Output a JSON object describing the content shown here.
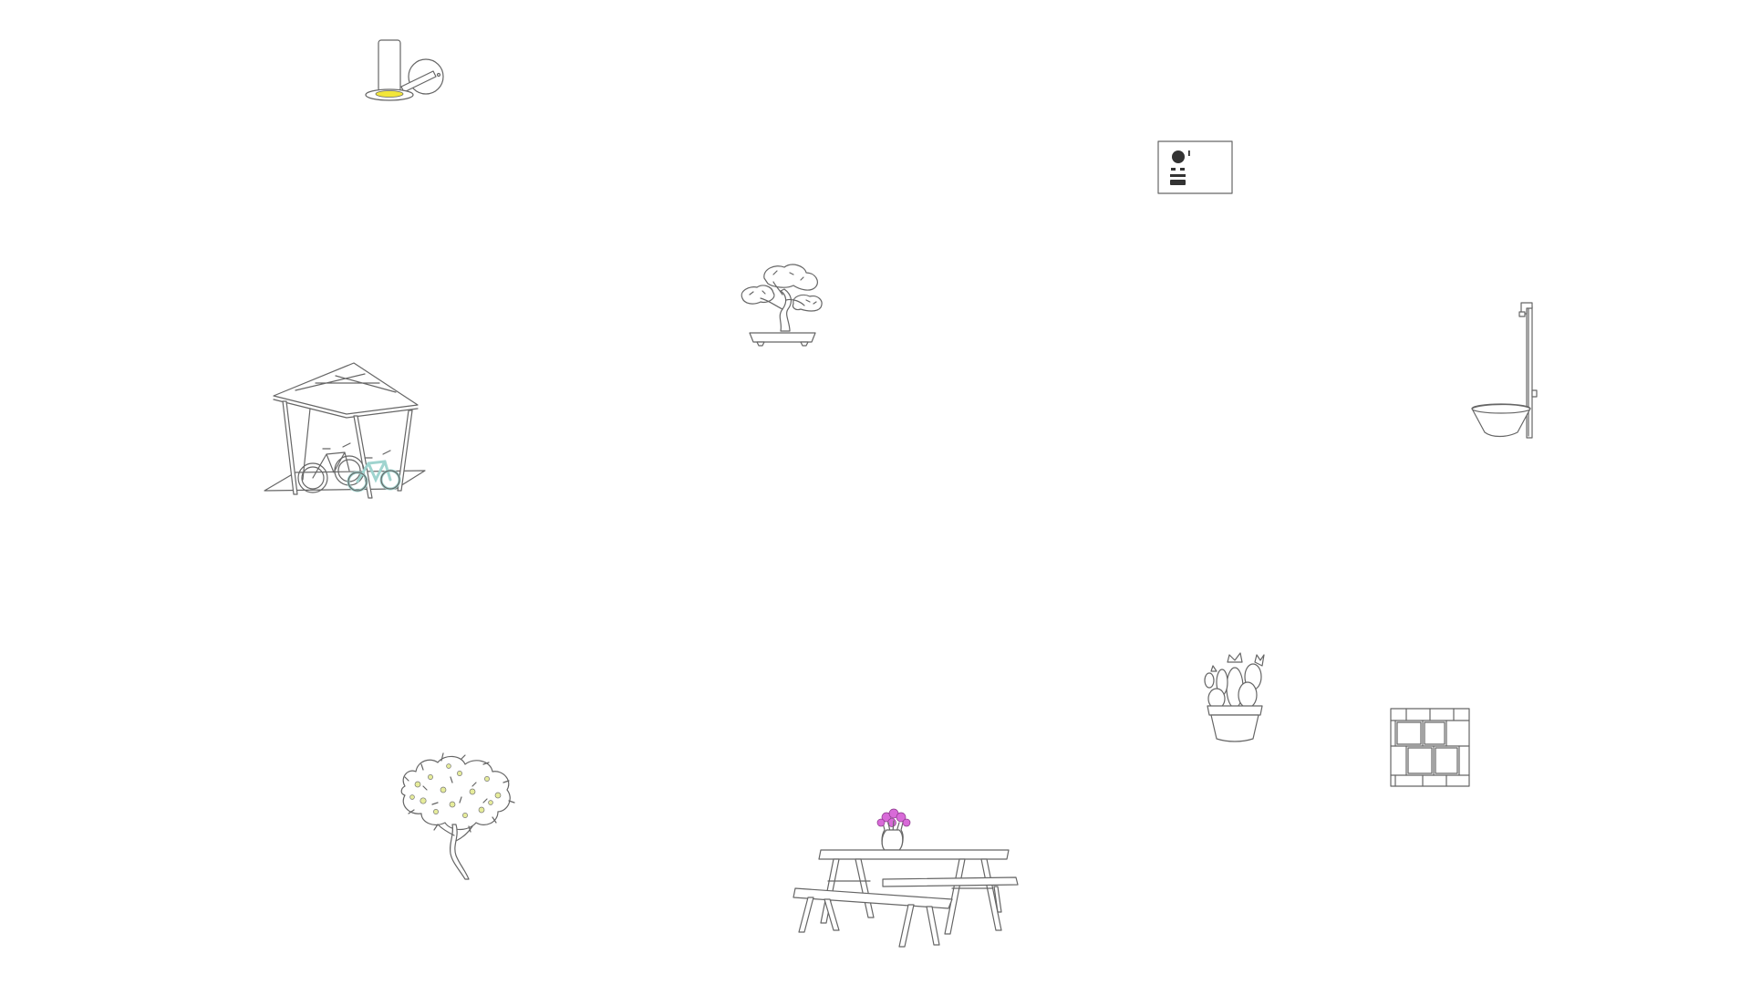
{
  "scene": {
    "objects": [
      {
        "id": "wall-light",
        "icon": "wall-light-icon",
        "accent": "#f2e63a"
      },
      {
        "id": "intercom-panel",
        "icon": "intercom-panel-icon"
      },
      {
        "id": "bonsai-tree",
        "icon": "bonsai-tree-icon"
      },
      {
        "id": "bike-shelter",
        "icon": "bike-shelter-icon",
        "accent": "#9fd4cf"
      },
      {
        "id": "outdoor-shower",
        "icon": "outdoor-shower-icon"
      },
      {
        "id": "potted-cactus",
        "icon": "potted-cactus-icon"
      },
      {
        "id": "stone-tile-wall",
        "icon": "stone-tile-wall-icon"
      },
      {
        "id": "flowering-tree",
        "icon": "flowering-tree-icon",
        "accent": "#e6ec9a"
      },
      {
        "id": "picnic-table",
        "icon": "picnic-table-icon",
        "accent": "#d86ad8"
      }
    ]
  }
}
